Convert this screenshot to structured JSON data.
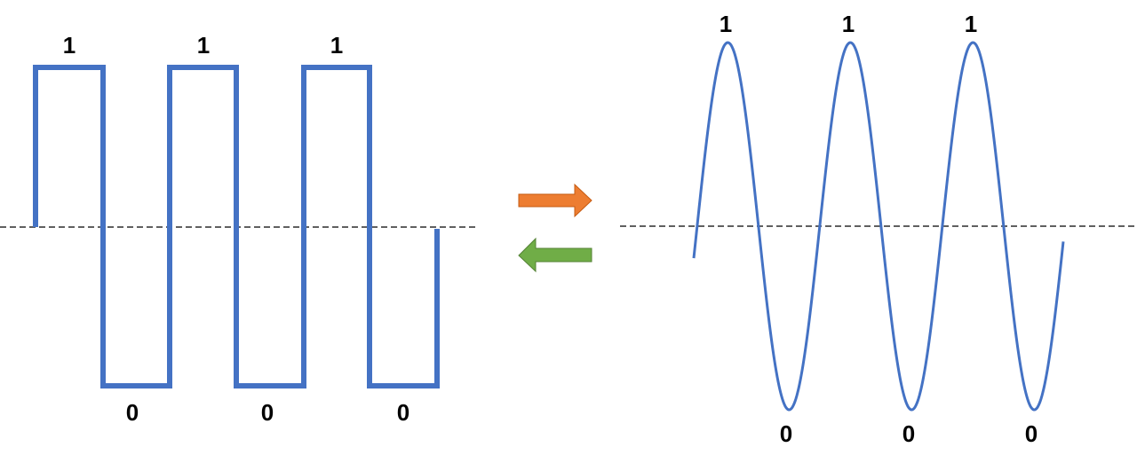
{
  "colors": {
    "background": "#ffffff",
    "square_wave": "#4472c4",
    "sine_wave": "#4472c4",
    "baseline": "#000000",
    "label_text": "#000000",
    "arrow_forward": "#ed7d31",
    "arrow_forward_stroke": "#c55a11",
    "arrow_backward": "#70ad47",
    "arrow_backward_stroke": "#548235"
  },
  "square_wave": {
    "one_labels": [
      "1",
      "1",
      "1"
    ],
    "zero_labels": [
      "0",
      "0",
      "0"
    ]
  },
  "conversion_arrows": {
    "forward_icon": "arrow-right-icon",
    "backward_icon": "arrow-left-icon"
  },
  "sine_wave": {
    "one_labels": [
      "1",
      "1",
      "1"
    ],
    "zero_labels": [
      "0",
      "0",
      "0"
    ]
  }
}
